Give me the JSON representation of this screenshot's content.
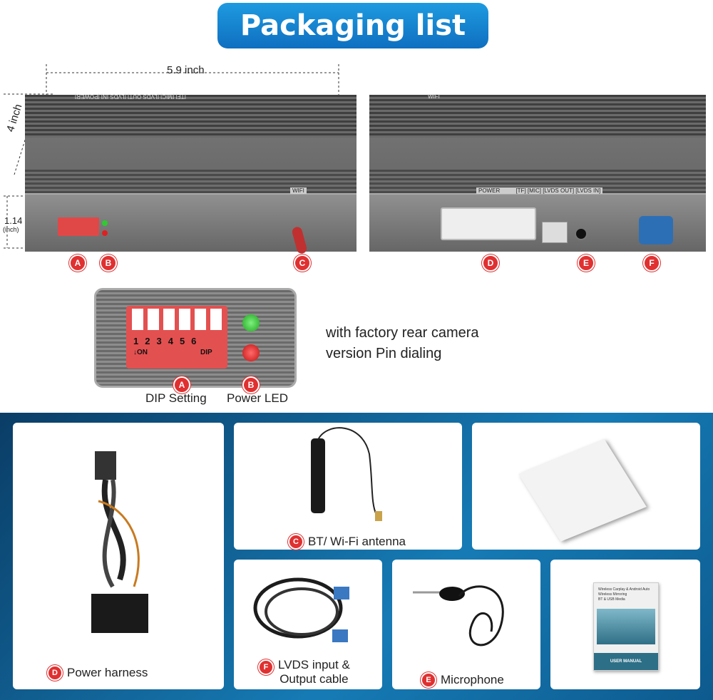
{
  "title": "Packaging list",
  "dimensions": {
    "width": "5.9 inch",
    "depth": "4 inch",
    "height": "1.14",
    "height_unit": "(inch)"
  },
  "box_labels": {
    "left_top": "[TF] [MIC] [LVDS OUT] [LVDS IN]   [POWER]",
    "left_side": "WIFI",
    "right_top": "WIFI",
    "right_front": "POWER          [TF] [MIC] [LVDS OUT] [LVDS IN]"
  },
  "markers": {
    "a": "A",
    "b": "B",
    "c": "C",
    "d": "D",
    "e": "E",
    "f": "F"
  },
  "dip": {
    "numbers": [
      "1",
      "2",
      "3",
      "4",
      "5",
      "6"
    ],
    "on_label": "↓ON",
    "dip_label": "DIP",
    "setting_label": "DIP Setting",
    "led_label": "Power LED"
  },
  "note": [
    "with factory rear camera",
    "version Pin dialing"
  ],
  "items": {
    "power_harness": "Power harness",
    "antenna": "BT/ Wi-Fi antenna",
    "lvds_cable_1": "LVDS input &",
    "lvds_cable_2": "Output cable",
    "microphone": "Microphone"
  },
  "manual": {
    "lines": [
      "Wireless Carplay & Android Auto",
      "Wireless Mirroring",
      "BT & USB Media"
    ],
    "footer": "USER MANUAL"
  },
  "colors": {
    "banner": "#1282d0",
    "marker": "#e03030",
    "bg_bottom": "#0e4f7d"
  }
}
